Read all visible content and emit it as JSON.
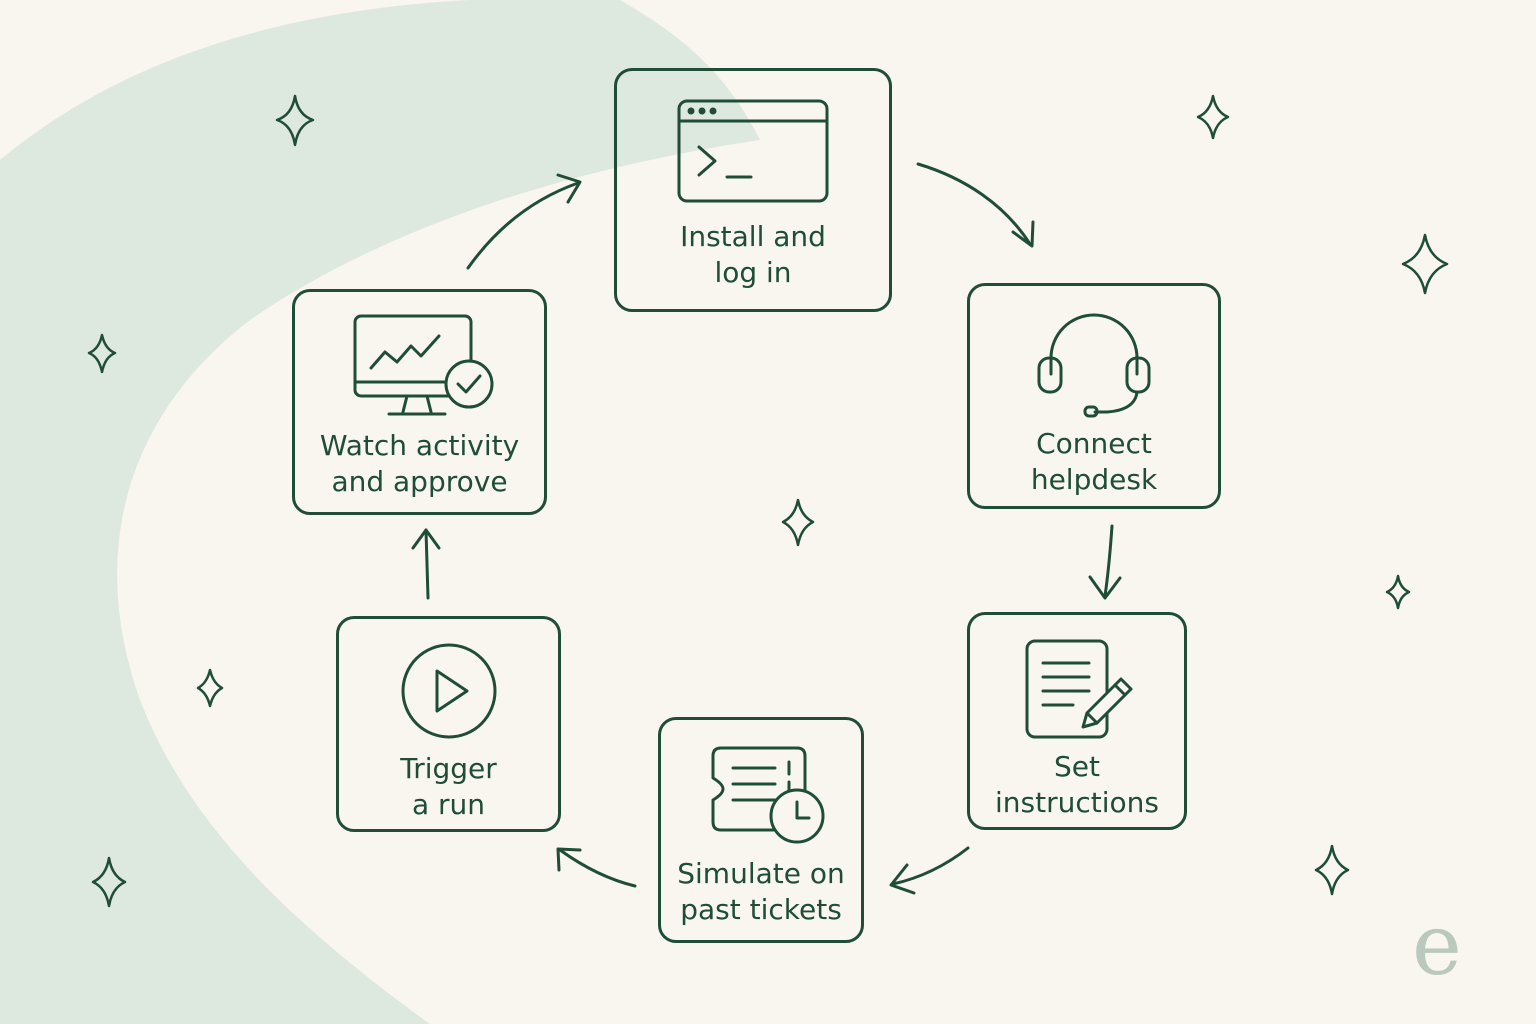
{
  "colors": {
    "ink": "#1f4d36",
    "background": "#f8f6ef",
    "blob": "#dde8de",
    "logo": "#b9c9bd"
  },
  "steps": [
    {
      "id": "install",
      "icon": "terminal-window-icon",
      "label": "Install and\nlog in"
    },
    {
      "id": "helpdesk",
      "icon": "headset-icon",
      "label": "Connect\nhelpdesk"
    },
    {
      "id": "instructions",
      "icon": "document-pencil-icon",
      "label": "Set\ninstructions"
    },
    {
      "id": "simulate",
      "icon": "ticket-clock-icon",
      "label": "Simulate on\npast tickets"
    },
    {
      "id": "trigger",
      "icon": "play-circle-icon",
      "label": "Trigger\na run"
    },
    {
      "id": "watch",
      "icon": "monitor-chart-check-icon",
      "label": "Watch activity\nand approve"
    }
  ],
  "decorations": {
    "sparkle_icon": "sparkle-icon",
    "logo_text": "e"
  }
}
